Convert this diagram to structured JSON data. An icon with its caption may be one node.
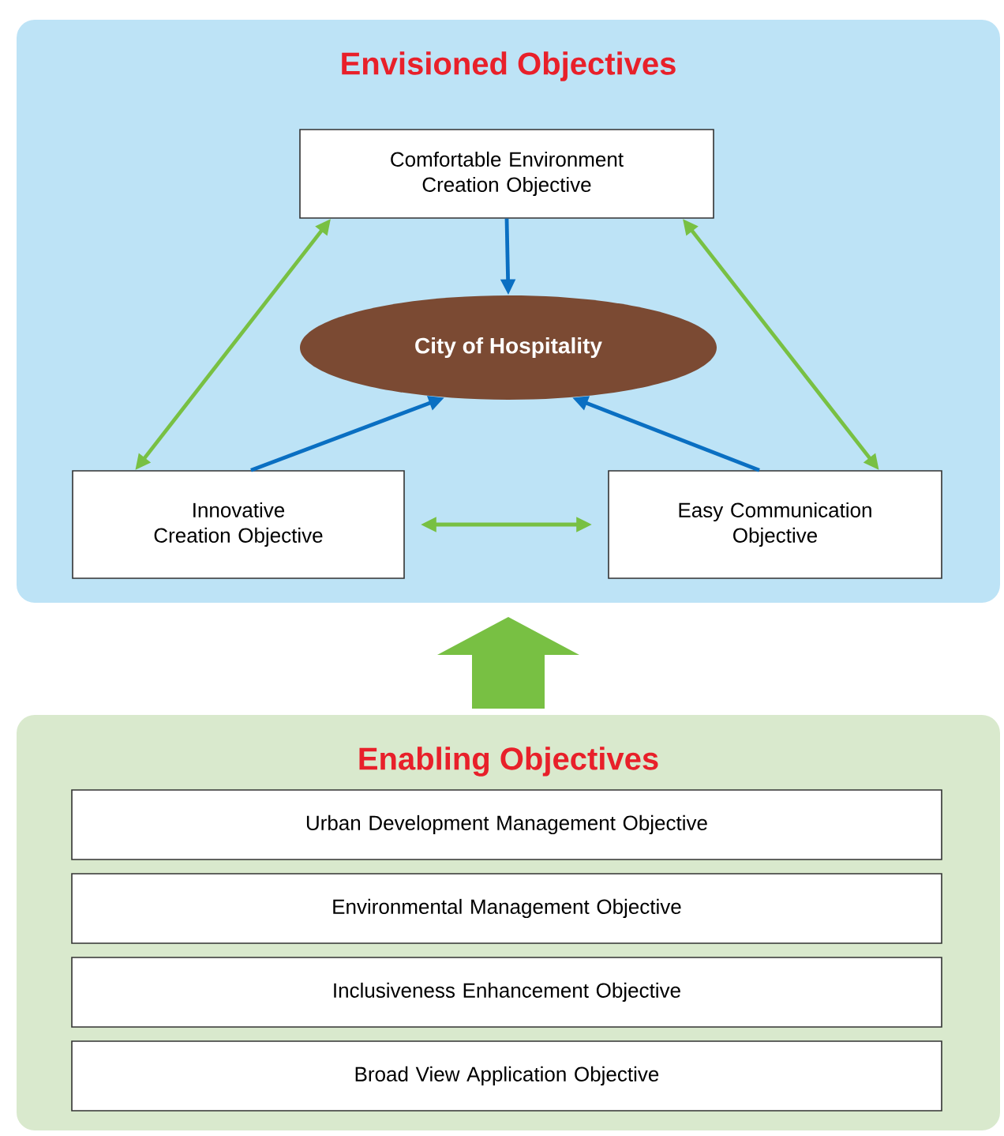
{
  "diagram": {
    "nodes": [
      {
        "text": [
          "Envisioned Objectives"
        ]
      },
      {
        "text": [
          "Comfortable Environment Creation Objective"
        ],
        "in": 0
      },
      {
        "text": [
          "City of Hospitality"
        ],
        "in": 0
      },
      {
        "text": [
          "Innovative Creation Objective"
        ],
        "in": 0
      },
      {
        "text": [
          "Easy Communication Objective"
        ],
        "in": 0
      },
      {
        "text": [
          "Enabling Objectives"
        ]
      },
      {
        "text": [
          "Urban Development Management Objective"
        ],
        "in": 5
      },
      {
        "text": [
          "Environmental Management Objective"
        ],
        "in": 5
      },
      {
        "text": [
          "Inclusiveness Enhancement Objective"
        ],
        "in": 5
      },
      {
        "text": [
          "Broad View Application Objective"
        ],
        "in": 5
      }
    ],
    "edges": [
      {
        "from": 1,
        "to": 2,
        "arrow": "to",
        "color": "#0a6fc2"
      },
      {
        "from": 3,
        "to": 2,
        "arrow": "to",
        "color": "#0a6fc2"
      },
      {
        "from": 4,
        "to": 2,
        "arrow": "to",
        "color": "#0a6fc2"
      },
      {
        "from": 1,
        "to": 3,
        "arrow": "both",
        "color": "#78c043"
      },
      {
        "from": 1,
        "to": 4,
        "arrow": "both",
        "color": "#78c043"
      },
      {
        "from": 3,
        "to": 4,
        "arrow": "both",
        "color": "#78c043"
      },
      {
        "from": 5,
        "to": 0,
        "arrow": "to",
        "style": "thick",
        "color": "#78c043"
      }
    ]
  }
}
